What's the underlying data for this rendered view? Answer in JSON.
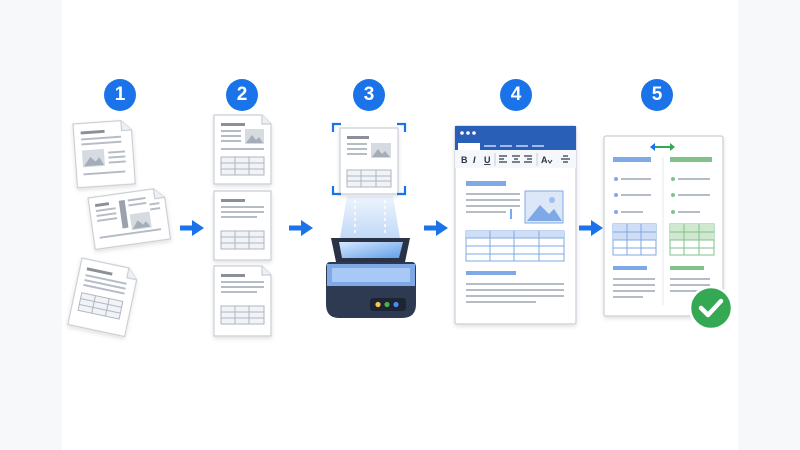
{
  "steps": [
    {
      "number": "1"
    },
    {
      "number": "2"
    },
    {
      "number": "3"
    },
    {
      "number": "4"
    },
    {
      "number": "5"
    }
  ],
  "editor_toolbar": {
    "bold": "B",
    "italic": "I",
    "underline": "U",
    "font_size": "A"
  },
  "colors": {
    "accent": "#1a73e8",
    "paper_border": "#c9ced6",
    "text_line": "#b5bcc6",
    "heading_line": "#8a9099",
    "table_blue": "#cfdef5",
    "table_green": "#cfe8cf",
    "heading_green": "#7fc28a",
    "success": "#34a853",
    "scanner_dark": "#2a3345"
  },
  "icons": [
    "document-icon",
    "image-icon",
    "table-icon",
    "arrow-right-icon",
    "scanner-icon",
    "scan-frame-icon",
    "editor-window-icon",
    "compare-arrows-icon",
    "checkmark-icon"
  ]
}
